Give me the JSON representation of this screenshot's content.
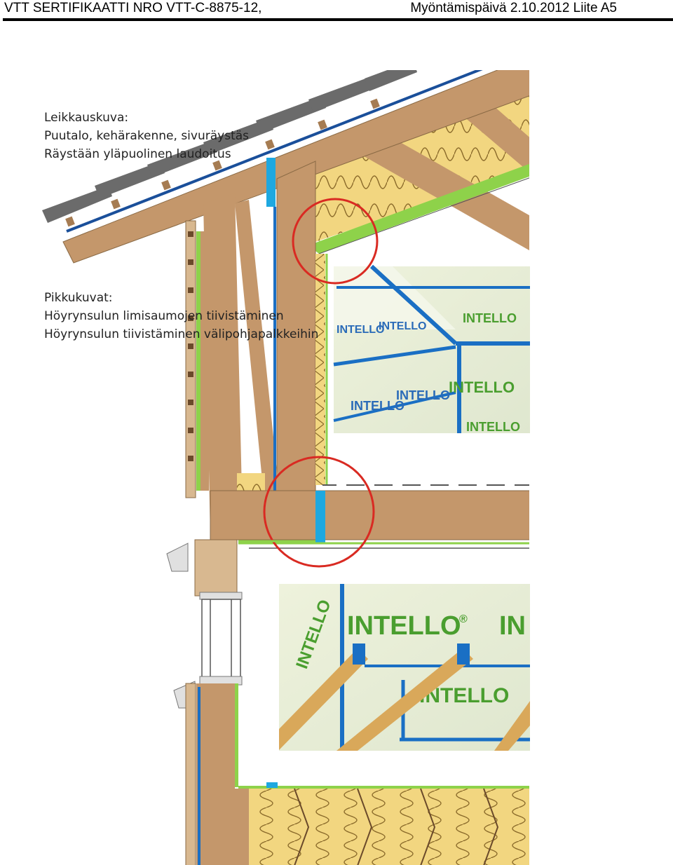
{
  "header": {
    "left": "VTT SERTIFIKAATTI NRO VTT-C-8875-12,",
    "right": "Myöntämispäivä 2.10.2012 Liite A5"
  },
  "captions": {
    "section": [
      "Leikkauskuva:",
      "Puutalo, kehärakenne, sivuräystäs",
      "Räystään yläpuolinen laudoitus"
    ],
    "details": [
      "Pikkukuvat:",
      "Höyrynsulun limisaumojen tiivistäminen",
      "Höyrynsulun tiivistäminen välipohjapalkkeihin"
    ]
  },
  "brand": {
    "name": "INTELLO",
    "mark": "®"
  },
  "colors": {
    "timber": "#c4976b",
    "insulation": "#f2d680",
    "tape": "#1a6fc4",
    "vapour_barrier": "#8ed24a",
    "membrane": "#1ea8e0",
    "callout": "#d92a22",
    "roof_tile": "#6b6b6b"
  },
  "icons": [
    "red-detail-circle",
    "roof-tile",
    "window-frame",
    "insulation-wave"
  ]
}
